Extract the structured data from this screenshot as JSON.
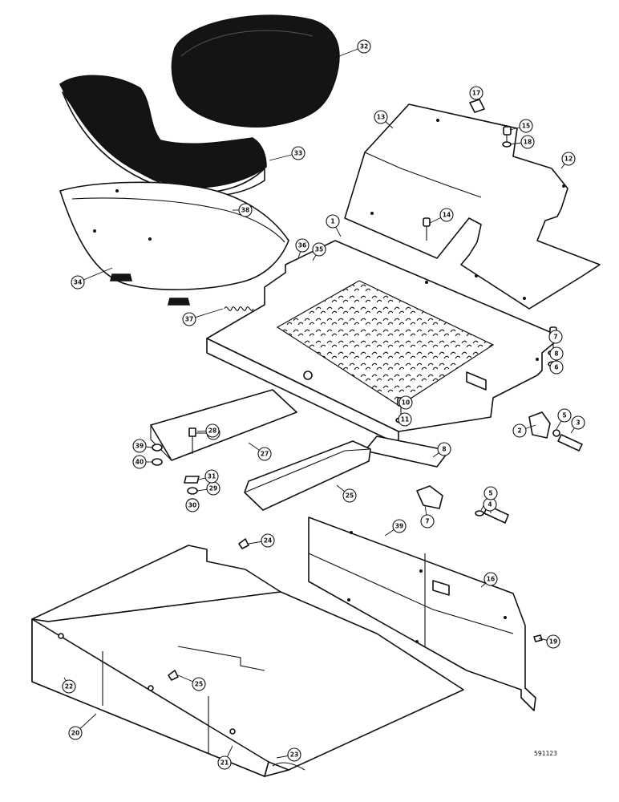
{
  "drawing_number": "591123",
  "callouts": [
    {
      "label": "1"
    },
    {
      "label": "2"
    },
    {
      "label": "3"
    },
    {
      "label": "4"
    },
    {
      "label": "5"
    },
    {
      "label": "5"
    },
    {
      "label": "6"
    },
    {
      "label": "7"
    },
    {
      "label": "7"
    },
    {
      "label": "8"
    },
    {
      "label": "8"
    },
    {
      "label": "10"
    },
    {
      "label": "11"
    },
    {
      "label": "12"
    },
    {
      "label": "13"
    },
    {
      "label": "14"
    },
    {
      "label": "15"
    },
    {
      "label": "16"
    },
    {
      "label": "17"
    },
    {
      "label": "18"
    },
    {
      "label": "19"
    },
    {
      "label": "20"
    },
    {
      "label": "21"
    },
    {
      "label": "22"
    },
    {
      "label": "23"
    },
    {
      "label": "24"
    },
    {
      "label": "25"
    },
    {
      "label": "25"
    },
    {
      "label": "26"
    },
    {
      "label": "27"
    },
    {
      "label": "28"
    },
    {
      "label": "29"
    },
    {
      "label": "30"
    },
    {
      "label": "31"
    },
    {
      "label": "32"
    },
    {
      "label": "33"
    },
    {
      "label": "34"
    },
    {
      "label": "35"
    },
    {
      "label": "36"
    },
    {
      "label": "37"
    },
    {
      "label": "38"
    },
    {
      "label": "39"
    },
    {
      "label": "39"
    },
    {
      "label": "40"
    }
  ]
}
